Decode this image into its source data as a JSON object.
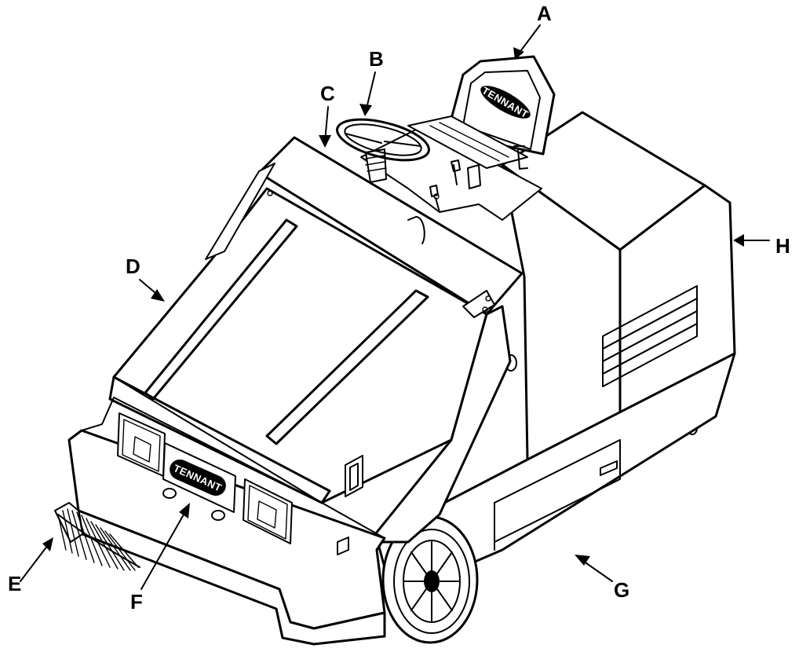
{
  "brand_logo": "TENNANT",
  "callouts": [
    {
      "label": "A",
      "part": "seat"
    },
    {
      "label": "B",
      "part": "steering-wheel"
    },
    {
      "label": "C",
      "part": "operator-compartment"
    },
    {
      "label": "D",
      "part": "hopper-cover"
    },
    {
      "label": "E",
      "part": "side-brush"
    },
    {
      "label": "F",
      "part": "front-panel"
    },
    {
      "label": "G",
      "part": "side-door"
    },
    {
      "label": "H",
      "part": "engine-cover"
    }
  ]
}
